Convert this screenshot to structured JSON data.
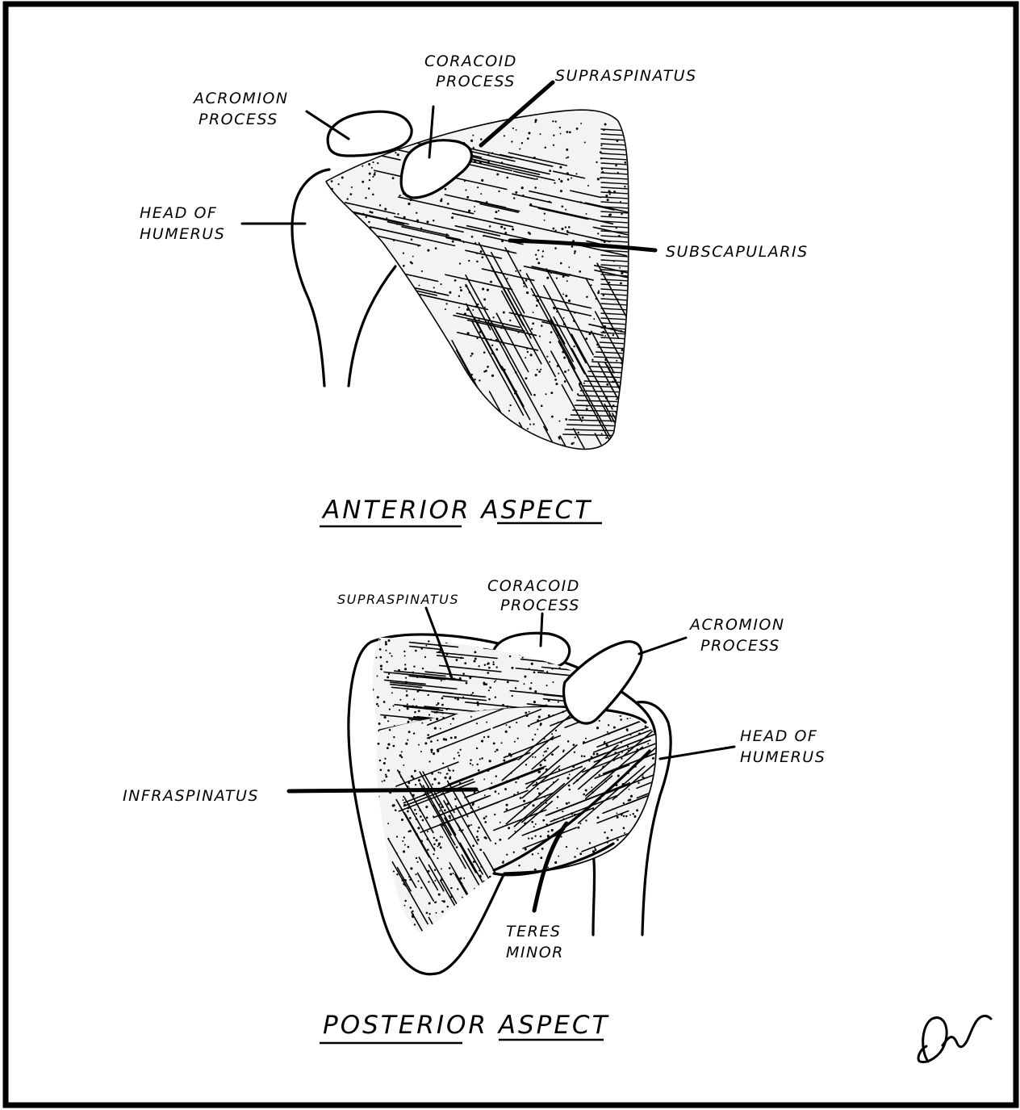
{
  "anterior": {
    "title": "ANTERIOR ASPECT",
    "labels": {
      "acromion": [
        "ACROMION",
        "PROCESS"
      ],
      "coracoid": [
        "CORACOID",
        "PROCESS"
      ],
      "supraspinatus": "SUPRASPINATUS",
      "head_of_humerus": [
        "HEAD OF",
        "HUMERUS"
      ],
      "subscapularis": "SUBSCAPULARIS"
    }
  },
  "posterior": {
    "title": "POSTERIOR ASPECT",
    "labels": {
      "supraspinatus": "SUPRASPINATUS",
      "coracoid": [
        "CORACOID",
        "PROCESS"
      ],
      "acromion": [
        "ACROMION",
        "PROCESS"
      ],
      "head_of_humerus": [
        "HEAD OF",
        "HUMERUS"
      ],
      "infraspinatus": "INFRASPINATUS",
      "teres_minor": [
        "TERES",
        "MINOR"
      ]
    }
  },
  "signature": "DW"
}
